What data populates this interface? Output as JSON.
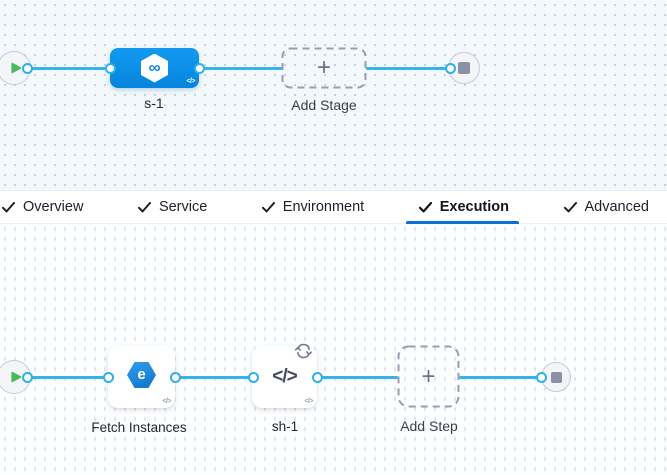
{
  "pipeline": {
    "stage": {
      "label": "s-1",
      "icon": "cd-stage-infinity-icon"
    },
    "add_stage_label": "Add Stage"
  },
  "tabs": [
    {
      "label": "Overview",
      "checked": true,
      "active": false
    },
    {
      "label": "Service",
      "checked": true,
      "active": false
    },
    {
      "label": "Environment",
      "checked": true,
      "active": false
    },
    {
      "label": "Execution",
      "checked": true,
      "active": true
    },
    {
      "label": "Advanced",
      "checked": true,
      "active": false
    }
  ],
  "execution": {
    "steps": [
      {
        "label": "Fetch Instances",
        "icon": "elastigroup-icon"
      },
      {
        "label": "sh-1",
        "icon": "shell-script-icon",
        "has_loop_badge": true
      }
    ],
    "add_step_label": "Add Step"
  },
  "icons": {
    "plus": "+",
    "infinity": "∞",
    "code": "</>",
    "code_small": "</>",
    "elastigroup_glyph": "e"
  },
  "colors": {
    "connector_blue": "#36b3ea",
    "stage_node_blue": "#0c8fe8",
    "tab_underline_blue": "#0b6fd6",
    "play_green": "#46b95c",
    "end_square_gray": "#8a90a6",
    "top_canvas_bg": "#f2f8fc",
    "bottom_canvas_bg": "#fdfeff"
  }
}
